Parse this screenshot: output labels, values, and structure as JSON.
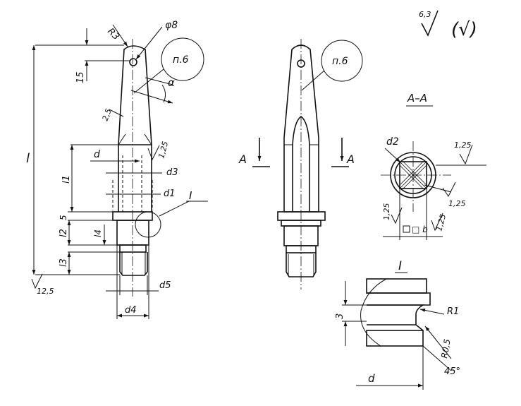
{
  "roughness": {
    "general_value": "6,3",
    "general_other": "(√)",
    "body": "12,5",
    "slot": "1,25",
    "slot_side": "1,25",
    "bore": "1,25",
    "section_top": "1,25",
    "section_left": "1,25",
    "section_right": "1,25"
  },
  "callouts": {
    "note_left": "п.6",
    "note_middle": "п.6"
  },
  "labels": {
    "section_arrow_left": "A",
    "section_arrow_right": "A",
    "section_title": "A–A",
    "detail_marker": "I",
    "detail_title": "I"
  },
  "dimensions": {
    "radius_top": "R3",
    "hole_diameter": "φ8",
    "head_height": "15",
    "taper_angle": "α",
    "chamfer": "2,5",
    "overall_length": "l",
    "d": "d",
    "d1": "d1",
    "d3": "d3",
    "d4": "d4",
    "d5": "d5",
    "l1": "l1",
    "l2": "l2",
    "l3": "l3",
    "l4": "l4",
    "collar_height": "5",
    "d2": "d2",
    "square": "□ b",
    "detail_height": "3",
    "detail_radius_1": "R1",
    "detail_radius_2": "R0,5",
    "detail_angle": "45°",
    "detail_d": "d"
  }
}
